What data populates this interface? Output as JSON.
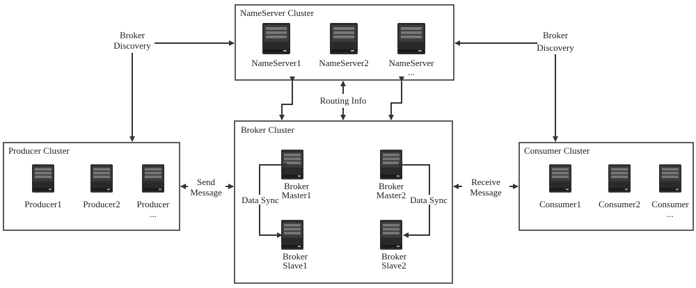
{
  "nameserver_cluster": {
    "title": "NameServer Cluster",
    "servers": [
      "NameServer1",
      "NameServer2",
      "NameServer"
    ],
    "more": "..."
  },
  "broker_cluster": {
    "title": "Broker Cluster",
    "master1": [
      "Broker",
      "Master1"
    ],
    "slave1": [
      "Broker",
      "Slave1"
    ],
    "master2": [
      "Broker",
      "Master2"
    ],
    "slave2": [
      "Broker",
      "Slave2"
    ],
    "data_sync": "Data Sync"
  },
  "producer_cluster": {
    "title": "Producer Cluster",
    "servers": [
      "Producer1",
      "Producer2",
      "Producer"
    ],
    "more": "..."
  },
  "consumer_cluster": {
    "title": "Consumer Cluster",
    "servers": [
      "Consumer1",
      "Consumer2",
      "Consumer"
    ],
    "more": "..."
  },
  "labels": {
    "broker_discovery": [
      "Broker",
      "Discovery"
    ],
    "routing_info": "Routing Info",
    "send_message": [
      "Send",
      "Message"
    ],
    "receive_message": [
      "Receive",
      "Message"
    ]
  },
  "icons": {
    "server": "server-icon"
  }
}
